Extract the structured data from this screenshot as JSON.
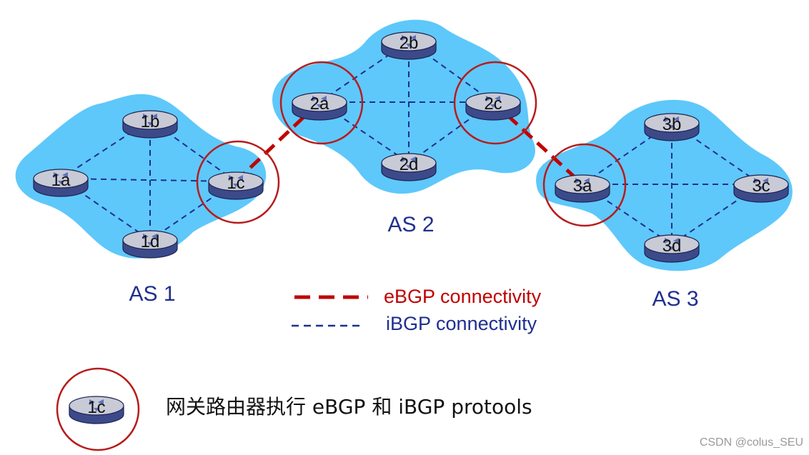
{
  "colors": {
    "cloud": "#5ec8fa",
    "ibgp_line": "#1f2f8f",
    "ebgp_line": "#c00000",
    "gateway_circle": "#b71c1c",
    "router_top": "#c8cad6",
    "router_side": "#3c4a8a"
  },
  "autonomous_systems": [
    {
      "id": "as1",
      "label": "AS 1"
    },
    {
      "id": "as2",
      "label": "AS 2"
    },
    {
      "id": "as3",
      "label": "AS 3"
    }
  ],
  "routers": [
    {
      "id": "1a",
      "label": "1a",
      "as": "as1",
      "gateway": false
    },
    {
      "id": "1b",
      "label": "1b",
      "as": "as1",
      "gateway": false
    },
    {
      "id": "1c",
      "label": "1c",
      "as": "as1",
      "gateway": true
    },
    {
      "id": "1d",
      "label": "1d",
      "as": "as1",
      "gateway": false
    },
    {
      "id": "2a",
      "label": "2a",
      "as": "as2",
      "gateway": true
    },
    {
      "id": "2b",
      "label": "2b",
      "as": "as2",
      "gateway": false
    },
    {
      "id": "2c",
      "label": "2c",
      "as": "as2",
      "gateway": true
    },
    {
      "id": "2d",
      "label": "2d",
      "as": "as2",
      "gateway": false
    },
    {
      "id": "3a",
      "label": "3a",
      "as": "as3",
      "gateway": true
    },
    {
      "id": "3b",
      "label": "3b",
      "as": "as3",
      "gateway": false
    },
    {
      "id": "3c",
      "label": "3c",
      "as": "as3",
      "gateway": false
    },
    {
      "id": "3d",
      "label": "3d",
      "as": "as3",
      "gateway": false
    }
  ],
  "ibgp_links": [
    [
      "1a",
      "1b"
    ],
    [
      "1a",
      "1c"
    ],
    [
      "1a",
      "1d"
    ],
    [
      "1b",
      "1c"
    ],
    [
      "1b",
      "1d"
    ],
    [
      "1c",
      "1d"
    ],
    [
      "2a",
      "2b"
    ],
    [
      "2a",
      "2c"
    ],
    [
      "2a",
      "2d"
    ],
    [
      "2b",
      "2c"
    ],
    [
      "2b",
      "2d"
    ],
    [
      "2c",
      "2d"
    ],
    [
      "3a",
      "3b"
    ],
    [
      "3a",
      "3c"
    ],
    [
      "3a",
      "3d"
    ],
    [
      "3b",
      "3c"
    ],
    [
      "3b",
      "3d"
    ],
    [
      "3c",
      "3d"
    ]
  ],
  "ebgp_links": [
    [
      "1c",
      "2a"
    ],
    [
      "2c",
      "3a"
    ]
  ],
  "legend": {
    "ebgp_label": "eBGP connectivity",
    "ibgp_label": "iBGP connectivity",
    "gateway_router_label": "1c",
    "gateway_note": "网关路由器执行 eBGP 和 iBGP protools"
  },
  "watermark": "CSDN @colus_SEU"
}
